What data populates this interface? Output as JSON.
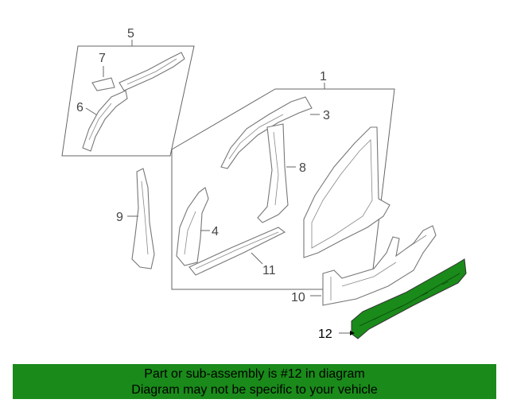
{
  "callouts": {
    "c1": "1",
    "c2": "3",
    "c3": "4",
    "c4": "5",
    "c5": "6",
    "c6": "7",
    "c7": "8",
    "c8": "9",
    "c9": "10",
    "c10": "11",
    "c11": "12"
  },
  "highlight_color": "#1a8a1a",
  "banner": {
    "line1": "Part or sub-assembly is #12 in diagram",
    "line2": "Diagram may not be specific to your vehicle"
  }
}
